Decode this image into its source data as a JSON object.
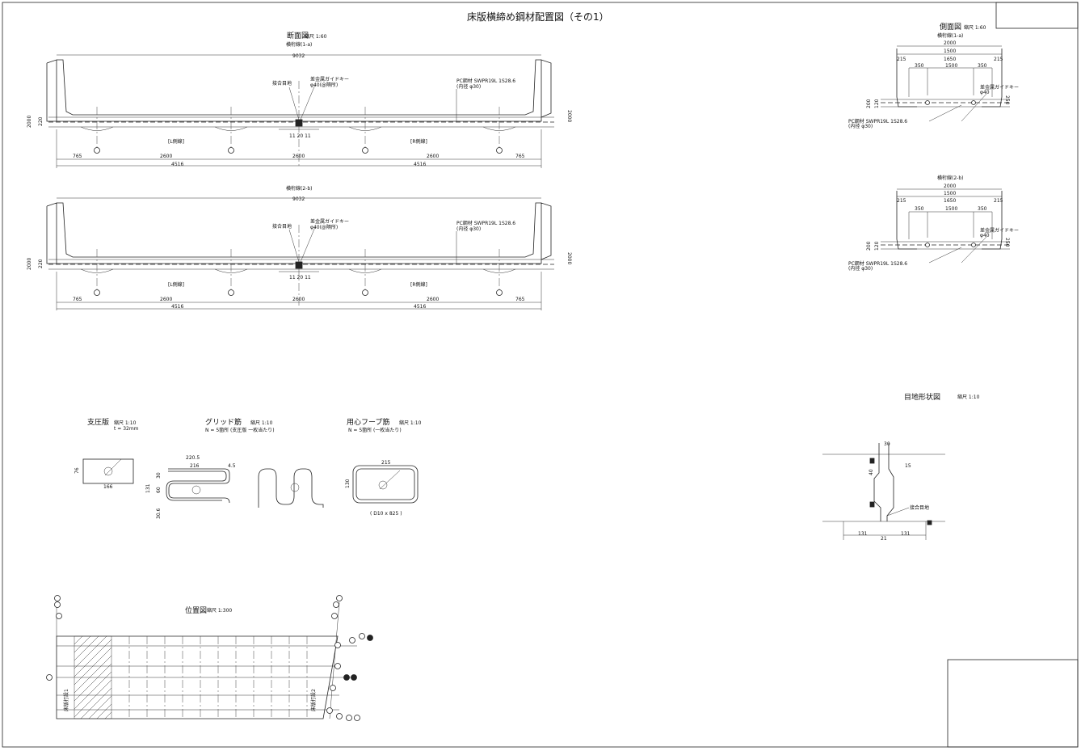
{
  "drawing": {
    "title": "床版横締め鋼材配置図（その1）"
  },
  "section": {
    "title": "断面図",
    "scale": "縮尺 1:60",
    "view1": {
      "label": "横桁線(1-a)",
      "width_total": "9032",
      "key_label_1": "接合目地",
      "key_label_2": "差金属ガイドキー",
      "key_label_2b": "φ40(@隔所)",
      "pc_label": "PC鋼材 SWPR19L 1S28.6",
      "pc_label_b": "(内径 φ30)",
      "left_zone": "[L側線]",
      "right_zone": "[R側線]",
      "dims_row": [
        "765",
        "2600",
        "2600",
        "2600",
        "765"
      ],
      "dims_half": [
        "4516",
        "4516"
      ],
      "height_left": "2000",
      "height_left2": "220",
      "height_right": "2000",
      "center_dims": "11  20  11"
    },
    "view2": {
      "label": "横桁線(2-b)",
      "width_total": "9032",
      "key_label_1": "接合目地",
      "key_label_2": "差金属ガイドキー",
      "key_label_2b": "φ40(@隔所)",
      "pc_label": "PC鋼材 SWPR19L 1S28.6",
      "pc_label_b": "(内径 φ30)",
      "left_zone": "[L側線]",
      "right_zone": "[R側線]",
      "dims_row": [
        "765",
        "2600",
        "2600",
        "2600",
        "765"
      ],
      "dims_half": [
        "4516",
        "4516"
      ],
      "height_left": "2000",
      "height_left2": "220",
      "height_right": "2000",
      "center_dims": "11  20  11"
    }
  },
  "side": {
    "title": "側面図",
    "scale": "縮尺 1:60",
    "view1": {
      "label": "横桁線(1-a)",
      "dim_total": "2000",
      "dim_mid": "1500",
      "dim_edges": [
        "215",
        "215"
      ],
      "dim_inner": "1650",
      "dim_sub": [
        "350",
        "1500",
        "350"
      ],
      "key_label": "差金属ガイドキー",
      "key_label_b": "φ40",
      "pc_label": "PC鋼材 SWPR19L 1S28.6",
      "pc_label_b": "(内径 φ30)",
      "h_left": "200",
      "h_left2": "120",
      "h_right": "250"
    },
    "view2": {
      "label": "横桁線(2-b)",
      "dim_total": "2000",
      "dim_mid": "1500",
      "dim_edges": [
        "215",
        "215"
      ],
      "dim_inner": "1650",
      "dim_sub": [
        "350",
        "1500",
        "350"
      ],
      "key_label": "差金属ガイドキー",
      "key_label_b": "φ40",
      "pc_label": "PC鋼材 SWPR19L 1S28.6",
      "pc_label_b": "(内径 φ30)",
      "h_left": "200",
      "h_left2": "120",
      "h_right": "250"
    }
  },
  "joint": {
    "title": "目地形状図",
    "scale": "縮尺 1:10",
    "dim_top": "30",
    "dim_slope": "15",
    "dim_side": "40",
    "label": "接合目地",
    "dims_bottom": [
      "131",
      "21",
      "131"
    ]
  },
  "bearing": {
    "title": "支圧版",
    "scale": "縮尺 1:10",
    "note": "t = 32mm",
    "dim_w": "166",
    "dim_h": "76"
  },
  "grid": {
    "title": "グリッド筋",
    "scale": "縮尺 1:10",
    "note": "N = 5箇所 (支圧版 一枚当たり)",
    "dim_top": "220.5",
    "dim_w": "216",
    "dim_r": "4.5",
    "dims_left": [
      "131",
      "60",
      "30",
      "30.6"
    ]
  },
  "hoop": {
    "title": "用心フープ筋",
    "scale": "縮尺 1:10",
    "note": "N = 5箇所 (一枚当たり)",
    "dim_w": "215",
    "dim_h": "130",
    "caption": "( D10 x 825 )"
  },
  "loc": {
    "title": "位置図",
    "scale": "縮尺 1:300",
    "left_label": "床版打設1",
    "right_label": "床版打設2"
  }
}
